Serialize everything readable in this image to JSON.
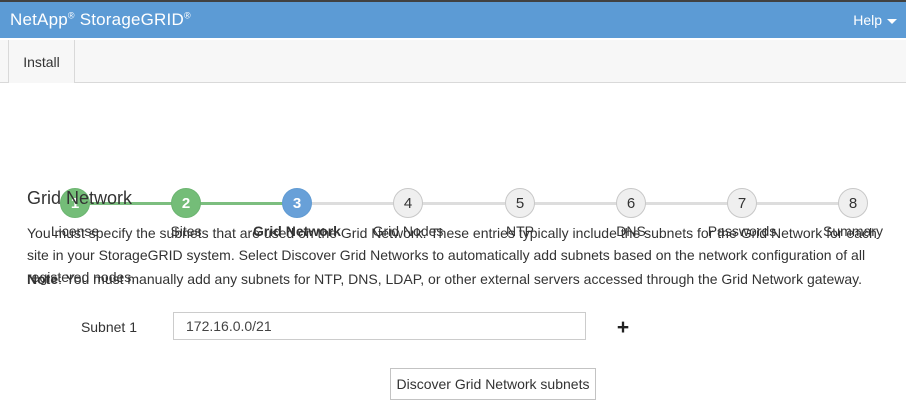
{
  "header": {
    "brand_part1": "NetApp",
    "brand_reg": "®",
    "brand_part2": "StorageGRID",
    "help_label": "Help"
  },
  "tabs": [
    {
      "label": "Install",
      "active": true
    }
  ],
  "stepper": {
    "steps": [
      {
        "number": "1",
        "label": "License",
        "state": "complete"
      },
      {
        "number": "2",
        "label": "Sites",
        "state": "complete"
      },
      {
        "number": "3",
        "label": "Grid Network",
        "state": "active"
      },
      {
        "number": "4",
        "label": "Grid Nodes",
        "state": "pending"
      },
      {
        "number": "5",
        "label": "NTP",
        "state": "pending"
      },
      {
        "number": "6",
        "label": "DNS",
        "state": "pending"
      },
      {
        "number": "7",
        "label": "Passwords",
        "state": "pending"
      },
      {
        "number": "8",
        "label": "Summary",
        "state": "pending"
      }
    ]
  },
  "content": {
    "title": "Grid Network",
    "description": "You must specify the subnets that are used on the Grid Network. These entries typically include the subnets for the Grid Network for each site in your StorageGRID system. Select Discover Grid Networks to automatically add subnets based on the network configuration of all registered nodes.",
    "note_label": "Note",
    "note_text": ": You must manually add any subnets for NTP, DNS, LDAP, or other external servers accessed through the Grid Network gateway.",
    "form": {
      "subnet_label": "Subnet 1",
      "subnet_value": "172.16.0.0/21",
      "add_icon": "+",
      "discover_button_label": "Discover Grid Network subnets"
    }
  },
  "colors": {
    "header_bg": "#5C9BD5",
    "step_complete": "#74BD78",
    "step_active": "#68A0D8",
    "step_pending": "#EFEFEF",
    "connector_done": "#7CBE7F",
    "connector_pending": "#DDDDDD"
  }
}
